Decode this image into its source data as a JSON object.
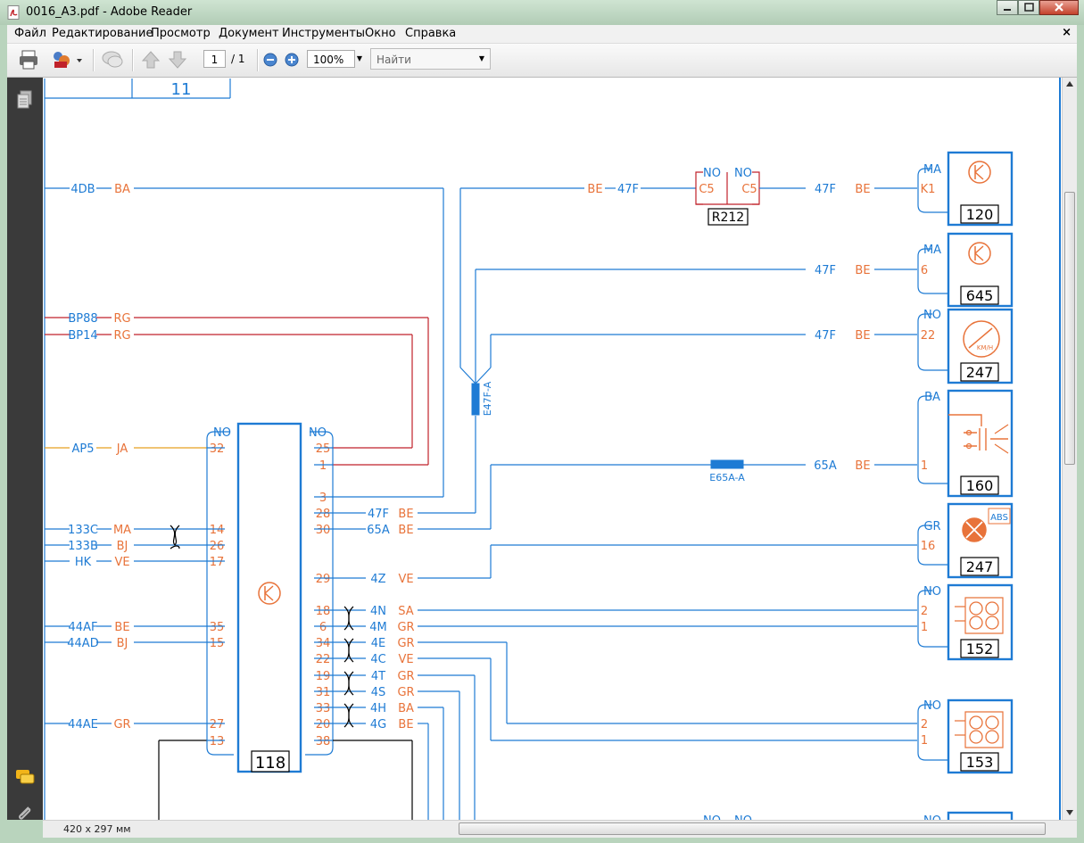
{
  "window": {
    "title": "0016_A3.pdf - Adobe Reader"
  },
  "menu": {
    "items": [
      "Файл",
      "Редактирование",
      "Просмотр",
      "Документ",
      "Инструменты",
      "Окно",
      "Справка"
    ],
    "close": "×"
  },
  "toolbar": {
    "page_current": "1",
    "page_total": "/ 1",
    "zoom": "100%",
    "find_placeholder": "Найти"
  },
  "status": {
    "page_size": "420 x 297 мм"
  },
  "colors": {
    "wire_blue": "#1e7bd4",
    "label_orange": "#e8733a",
    "wire_red": "#c0222a",
    "wire_yellow": "#e8a020",
    "black": "#000000"
  },
  "diagram": {
    "sheet_ref": "11",
    "left_connectors": [
      {
        "code": "4DB",
        "color": "BA"
      },
      {
        "code": "BP88",
        "color": "RG"
      },
      {
        "code": "BP14",
        "color": "RG"
      },
      {
        "code": "AP5",
        "color": "JA"
      },
      {
        "code": "133C",
        "color": "MA"
      },
      {
        "code": "133B",
        "color": "BJ"
      },
      {
        "code": "HK",
        "color": "VE"
      },
      {
        "code": "44AF",
        "color": "BE"
      },
      {
        "code": "44AD",
        "color": "BJ"
      },
      {
        "code": "44AE",
        "color": "GR"
      }
    ],
    "module_118": {
      "id": "118",
      "left_header": "NO",
      "right_header": "NO",
      "left_pins": [
        "32",
        "14",
        "26",
        "17",
        "35",
        "15",
        "27",
        "13"
      ],
      "right_pins": [
        "25",
        "1",
        "3",
        "28",
        "30",
        "29",
        "18",
        "6",
        "34",
        "22",
        "19",
        "31",
        "33",
        "20",
        "38"
      ]
    },
    "right_wires": [
      {
        "code": "47F",
        "color": "BE"
      },
      {
        "code": "65A",
        "color": "BE"
      },
      {
        "code": "4Z",
        "color": "VE"
      },
      {
        "code": "4N",
        "color": "SA"
      },
      {
        "code": "4M",
        "color": "GR"
      },
      {
        "code": "4E",
        "color": "GR"
      },
      {
        "code": "4C",
        "color": "VE"
      },
      {
        "code": "4T",
        "color": "GR"
      },
      {
        "code": "4S",
        "color": "GR"
      },
      {
        "code": "4H",
        "color": "BA"
      },
      {
        "code": "4G",
        "color": "BE"
      }
    ],
    "splices": [
      "E47F-A",
      "E65A-A"
    ],
    "connector_R212": {
      "id": "R212",
      "left_header": "NO",
      "right_header": "NO",
      "left_pin": "C5",
      "right_pin": "C5"
    },
    "top_wire": {
      "left_color": "BE",
      "code": "47F",
      "right_code": "47F",
      "right_color": "BE"
    },
    "components": [
      {
        "id": "120",
        "header": "MA",
        "pins": [
          "K1"
        ],
        "wire": "47F",
        "color": "BE"
      },
      {
        "id": "645",
        "header": "MA",
        "pins": [
          "6"
        ],
        "wire": "47F",
        "color": "BE"
      },
      {
        "id": "247",
        "header": "NO",
        "pins": [
          "22"
        ],
        "wire": "47F",
        "color": "BE"
      },
      {
        "id": "160",
        "header": "BA",
        "pins": [
          "1"
        ],
        "wire": "65A",
        "color": "BE"
      },
      {
        "id": "247",
        "header": "GR",
        "pins": [
          "16"
        ],
        "badge": "ABS"
      },
      {
        "id": "152",
        "header": "NO",
        "pins": [
          "2",
          "1"
        ]
      },
      {
        "id": "153",
        "header": "NO",
        "pins": [
          "2",
          "1"
        ]
      }
    ],
    "bottom_headers": [
      "NO",
      "NO",
      "NO"
    ],
    "speedo_label": "KM/H"
  }
}
